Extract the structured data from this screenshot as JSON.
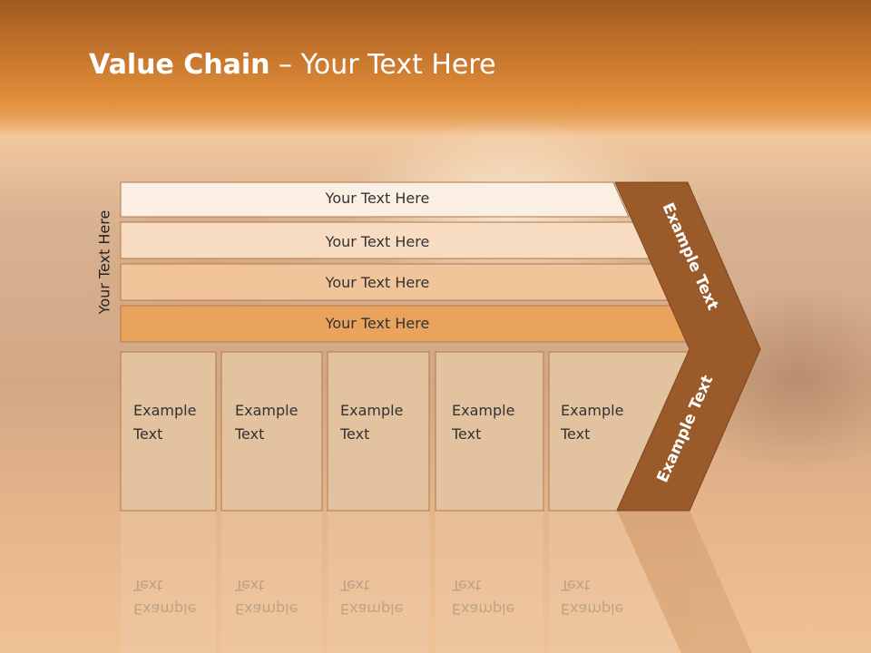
{
  "slide": {
    "title_bold": "Value Chain",
    "title_rest": " – Your Text Here",
    "side_label": "Your Text Here"
  },
  "rows": [
    {
      "label": "Your Text Here",
      "color": "#fbeee3"
    },
    {
      "label": "Your Text Here",
      "color": "#f8dcc2"
    },
    {
      "label": "Your Text Here",
      "color": "#f2c49a"
    },
    {
      "label": "Your Text Here",
      "color": "#e9a35c"
    }
  ],
  "columns": [
    {
      "line1": "Example",
      "line2": "Text"
    },
    {
      "line1": "Example",
      "line2": "Text"
    },
    {
      "line1": "Example",
      "line2": "Text"
    },
    {
      "line1": "Example",
      "line2": "Text"
    },
    {
      "line1": "Example",
      "line2": "Text"
    }
  ],
  "chevron": {
    "top_label": "Example Text",
    "bottom_label": "Example Text",
    "color": "#9a5a2a"
  },
  "colors": {
    "column_fill": "#e3c2a0",
    "border": "#b07a4a",
    "title": "#ffffff"
  }
}
